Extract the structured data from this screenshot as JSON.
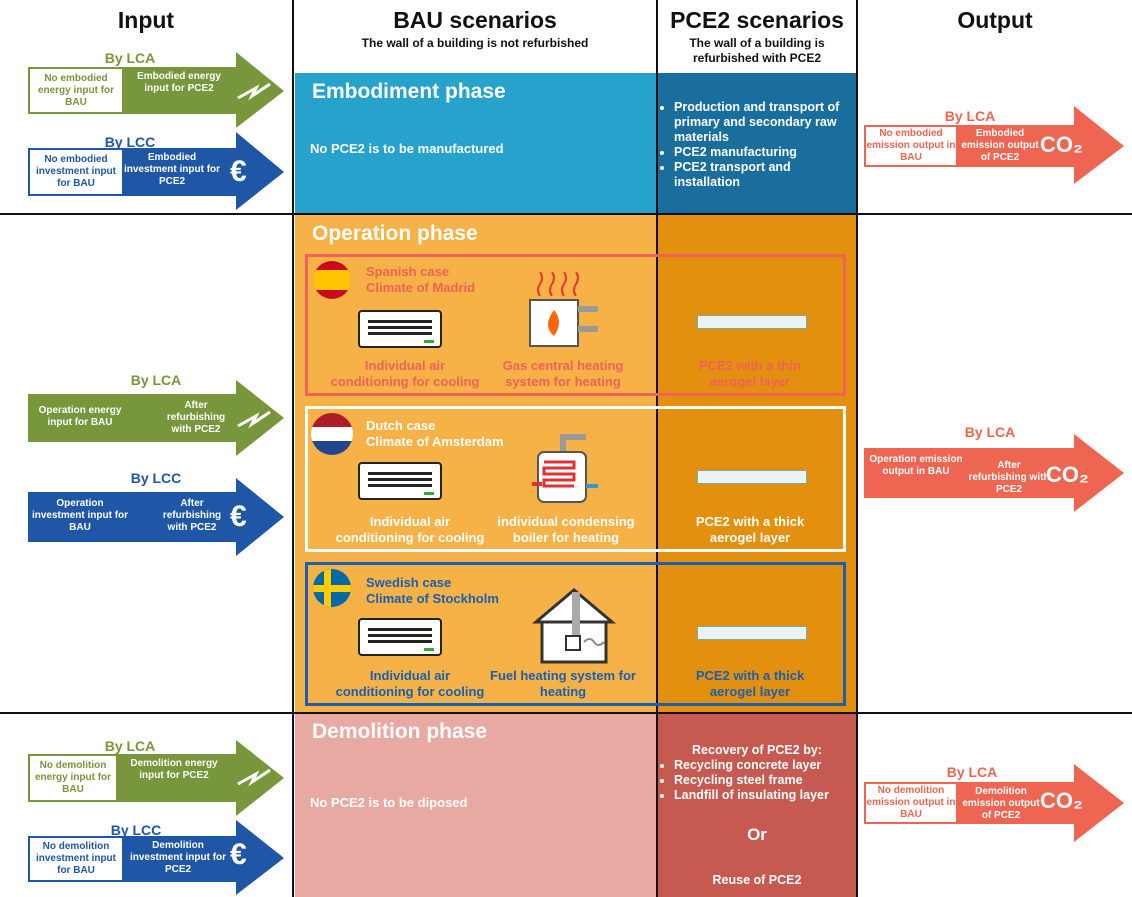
{
  "headers": {
    "input": "Input",
    "bau": "BAU scenarios",
    "bau_sub": "The wall of a building is not refurbished",
    "pce2": "PCE2 scenarios",
    "pce2_sub": "The wall of a building is refurbished with PCE2",
    "output": "Output"
  },
  "embodiment": {
    "title": "Embodiment phase",
    "bau_text": "No PCE2 is to be manufactured",
    "pce2_items": [
      "Production and transport of primary and secondary raw materials",
      "PCE2 manufacturing",
      "PCE2 transport and installation"
    ],
    "input_lca": {
      "method": "By LCA",
      "left": "No embodied energy input for BAU",
      "right": "Embodied energy input for PCE2"
    },
    "input_lcc": {
      "method": "By LCC",
      "left": "No embodied investment input for BAU",
      "right": "Embodied investment input for PCE2",
      "symbol": "€"
    },
    "output_lca": {
      "method": "By LCA",
      "left": "No embodied emission output in BAU",
      "right": "Embodied emission output of PCE2",
      "symbol": "CO₂"
    }
  },
  "operation": {
    "title": "Operation phase",
    "input_lca": {
      "method": "By LCA",
      "left": "Operation energy input for BAU",
      "right": "After refurbishing with PCE2"
    },
    "input_lcc": {
      "method": "By LCC",
      "left": "Operation investment input for BAU",
      "right": "After refurbishing with PCE2",
      "symbol": "€"
    },
    "output_lca": {
      "method": "By LCA",
      "left": "Operation emission output in BAU",
      "right": "After refurbishing with PCE2",
      "symbol": "CO₂"
    },
    "cases": [
      {
        "title": "Spanish case",
        "climate": "Climate of Madrid",
        "cooling": "Individual air conditioning for cooling",
        "heating": "Gas central heating system for heating",
        "pce2": "PCE2 with a thin aerogel layer"
      },
      {
        "title": "Dutch case",
        "climate": "Climate of Amsterdam",
        "cooling": "Individual air conditioning for cooling",
        "heating": "individual condensing boiler for heating",
        "pce2": "PCE2 with a thick aerogel layer"
      },
      {
        "title": "Swedish case",
        "climate": "Climate of Stockholm",
        "cooling": "Individual air conditioning for cooling",
        "heating": "Fuel heating system for heating",
        "pce2": "PCE2 with a thick aerogel layer"
      }
    ]
  },
  "demolition": {
    "title": "Demolition phase",
    "bau_text": "No PCE2 is to be diposed",
    "pce2_heading": "Recovery of PCE2 by:",
    "pce2_items": [
      "Recycling concrete layer",
      "Recycling steel frame",
      "Landfill of insulating layer"
    ],
    "or": "Or",
    "reuse": "Reuse of PCE2",
    "input_lca": {
      "method": "By LCA",
      "left": "No demolition energy input for BAU",
      "right": "Demolition energy input for PCE2"
    },
    "input_lcc": {
      "method": "By LCC",
      "left": "No demolition investment input for BAU",
      "right": "Demolition investment input for PCE2",
      "symbol": "€"
    },
    "output_lca": {
      "method": "By LCA",
      "left": "No demolition emission output in BAU",
      "right": "Demolition emission output of PCE2",
      "symbol": "CO₂"
    }
  },
  "colors": {
    "lca_green": "#78963c",
    "lcc_blue": "#1f57a6",
    "output_red": "#ee6552",
    "embodiment_bau": "#27a2cc",
    "embodiment_pce2": "#1a6e9e",
    "operation_bau": "#f6b246",
    "operation_pce2": "#e3900f",
    "demolition_bau": "#e9a9a3",
    "demolition_pce2": "#c65a50",
    "spain_red": "#f26158",
    "dutch_white": "#ffffff",
    "swedish_blue": "#1a5fb0"
  }
}
